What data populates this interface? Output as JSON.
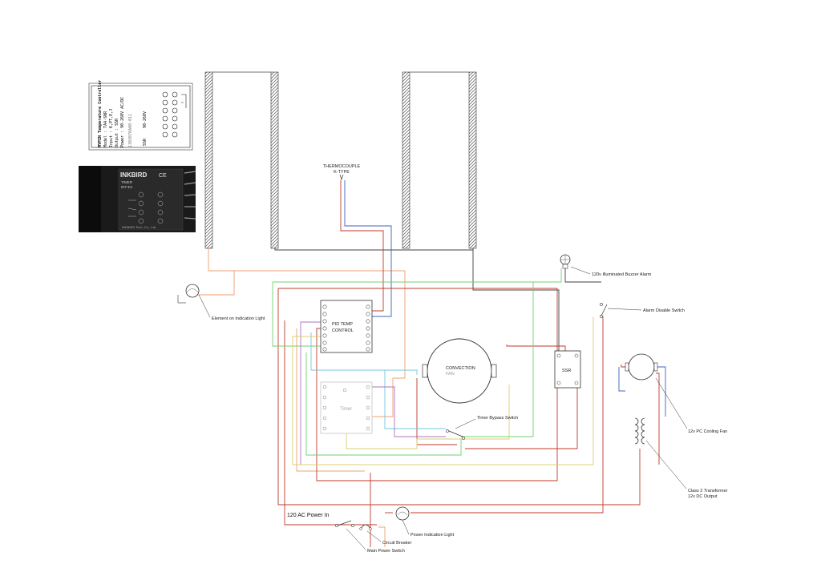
{
  "colors": {
    "red": "#c0392b",
    "orange": "#f0a070",
    "blue": "#4060c0",
    "green": "#70d070",
    "cyan": "#70c8e0",
    "purple": "#b070c0",
    "yellow": "#d8d070",
    "dark": "#404040"
  },
  "thermocouple": {
    "line1": "THERMOCOUPLE",
    "line2": "K-TYPE"
  },
  "pid": {
    "line1": "PID TEMP",
    "line2": "CONTROL"
  },
  "convection": {
    "line1": "CONVECTION",
    "line2": "FAN"
  },
  "ssr": "SSR",
  "timer": "Timer",
  "labels": {
    "buzzer": "120v Illuminated Buzzer Alarm",
    "alarm_switch": "Alarm Disable Switch",
    "element_light": "Element on Indication Light",
    "timer_bypass": "Timer Bypass Switch",
    "pc_fan": "12v PC Cooling Fan",
    "transformer_1": "Class 2 Transformer",
    "transformer_2": "12v DC Output",
    "power_in": "120 AC Power In",
    "power_light": "Power Indication Light",
    "breaker": "Circuit Breaker",
    "main_switch": "Main Power Switch"
  },
  "photo1": {
    "lines": [
      "MYPIN Temperature Controller",
      "Model : TA4-SNR",
      "Input : K,PT,E,J",
      "Output : SSR",
      "Power : 90-260V AC/DC"
    ],
    "right": [
      "SSR",
      "90-260V"
    ],
    "serial": "1303070A00-011"
  },
  "photo2": {
    "brand": "INKBIRD",
    "mark": "CE",
    "lines": [
      "TIMER",
      "IDT-E2"
    ],
    "footer": "INKBIRD Tech. Co., Ltd"
  }
}
